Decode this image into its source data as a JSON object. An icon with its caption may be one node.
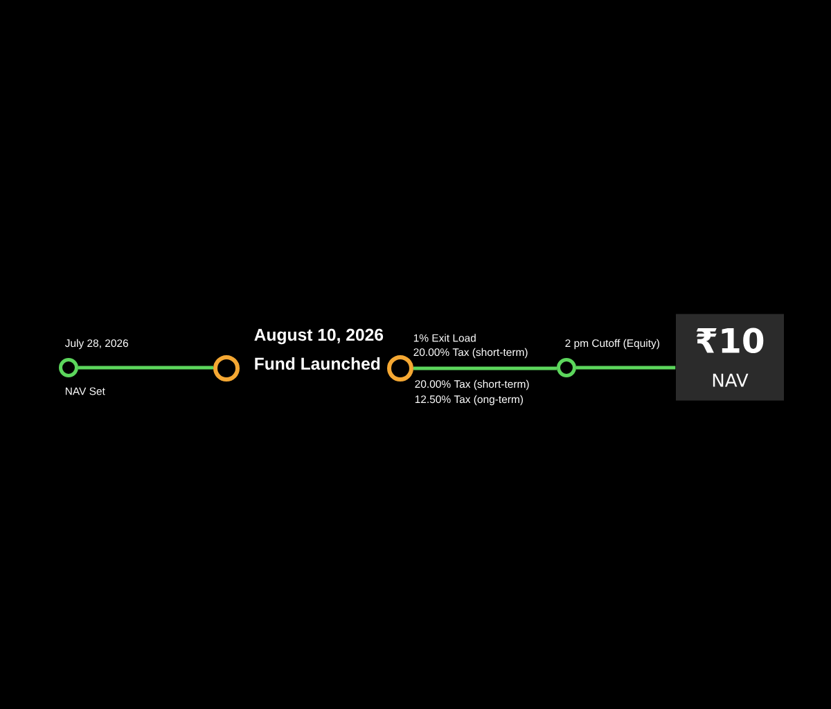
{
  "diagram": {
    "nodes": [
      {
        "text": [],
        "shape": "circle",
        "beside": [
          "July 28, 2026",
          "NAV Set"
        ]
      },
      {
        "text": [],
        "shape": "circle",
        "beside": [
          "August 10, 2026",
          "Fund Launched"
        ]
      },
      {
        "text": [],
        "shape": "circle",
        "beside": [
          "1% Exit Load",
          "20.00% Tax (short-term)",
          "20.00% Tax (short-term)",
          "12.50% Tax (ong-term)"
        ]
      },
      {
        "text": [],
        "shape": "circle",
        "beside": [
          "2 pm Cutoff (Equity)"
        ]
      },
      {
        "text": [
          "₹10",
          "NAV"
        ]
      }
    ],
    "edges": [
      {
        "from": 0,
        "to": 1,
        "arrow": "none"
      },
      {
        "from": 2,
        "to": 3,
        "arrow": "none"
      },
      {
        "from": 3,
        "to": 4,
        "arrow": "none"
      }
    ]
  }
}
